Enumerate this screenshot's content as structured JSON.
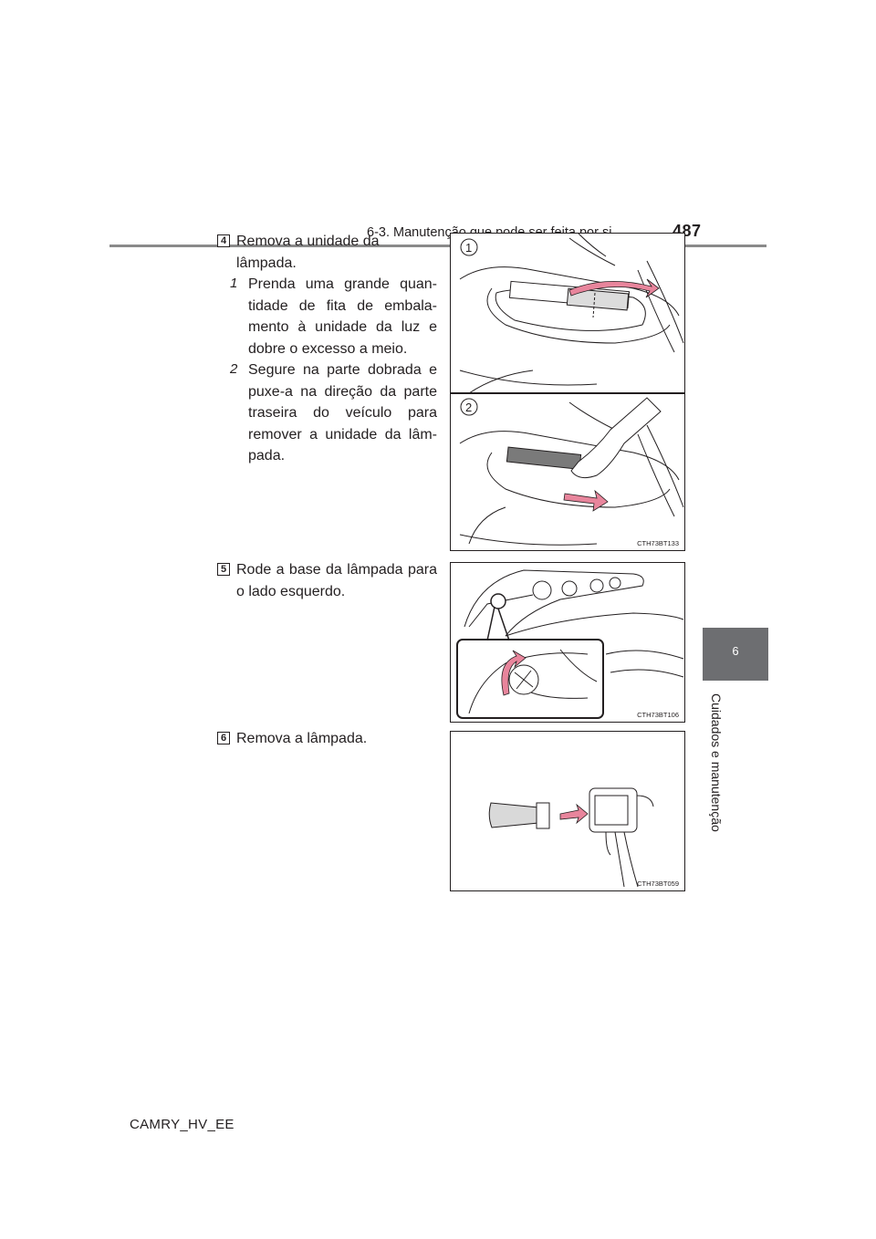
{
  "header": {
    "section": "6-3. Manutenção que pode ser feita por si",
    "page_number": "487"
  },
  "side_tab": {
    "chapter_number": "6",
    "chapter_title": "Cuidados e manutenção"
  },
  "steps": [
    {
      "number": "4",
      "text": "Remova a unidade da lâmpada.",
      "substeps": [
        {
          "marker": "1",
          "text": "Prenda uma grande quan-tidade de fita de embala-mento à unidade da luz e dobre o excesso a meio."
        },
        {
          "marker": "2",
          "text": "Segure na parte dobrada e puxe-a na direção da parte traseira do veículo para remover a unidade da lâm-pada."
        }
      ],
      "figure": {
        "code": "CTH73BT133",
        "labels": [
          "1",
          "2"
        ]
      }
    },
    {
      "number": "5",
      "text": "Rode a base da lâmpada para o lado esquerdo.",
      "figure": {
        "code": "CTH73BT106"
      }
    },
    {
      "number": "6",
      "text": "Remova a lâmpada.",
      "figure": {
        "code": "CTH73BT059"
      }
    }
  ],
  "footer": {
    "doc_id": "CAMRY_HV_EE"
  },
  "colors": {
    "highlight_pink": "#e8859c",
    "tab_gray": "#6d6e71",
    "rule_gray": "#8a8a8a"
  }
}
